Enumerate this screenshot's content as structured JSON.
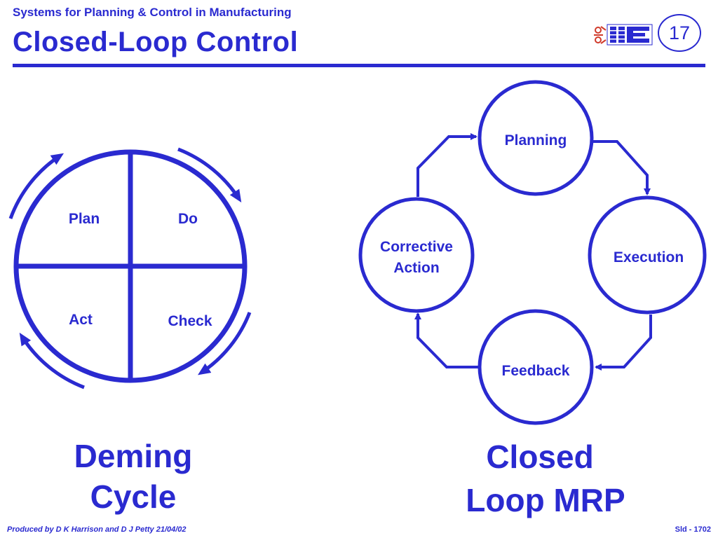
{
  "header": {
    "subtitle": "Systems for Planning & Control in Manufacturing",
    "title": "Closed-Loop Control",
    "slide_number": "17",
    "logo_text": "IIE"
  },
  "deming": {
    "quadrants": {
      "plan": "Plan",
      "do": "Do",
      "act": "Act",
      "check": "Check"
    },
    "caption_line1": "Deming",
    "caption_line2": "Cycle"
  },
  "mrp": {
    "nodes": {
      "planning": "Planning",
      "execution": "Execution",
      "feedback": "Feedback",
      "corrective_line1": "Corrective",
      "corrective_line2": "Action"
    },
    "caption_line1": "Closed",
    "caption_line2": "Loop MRP"
  },
  "footer": {
    "credit": "Produced by D K Harrison and D J Petty 21/04/02",
    "slide_id": "Sld - 1702"
  },
  "colors": {
    "primary": "#2a2ad0",
    "logo_red": "#d03a2a"
  }
}
